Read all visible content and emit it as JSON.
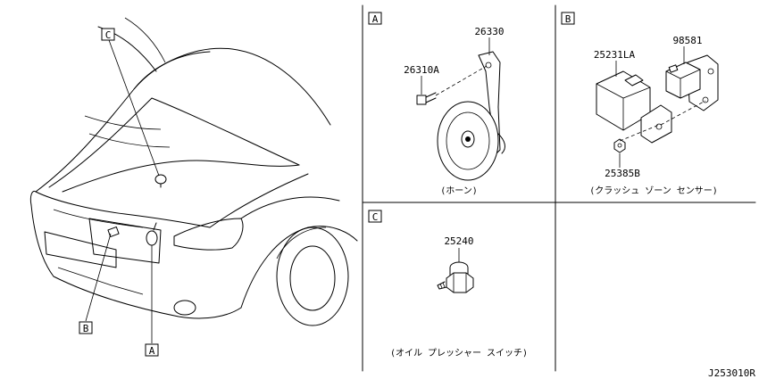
{
  "callouts": {
    "a": "A",
    "b": "B",
    "c": "C"
  },
  "panels": {
    "a": {
      "letter": "A",
      "parts": [
        "26330",
        "26310A"
      ],
      "caption": "(ホーン)"
    },
    "b": {
      "letter": "B",
      "parts": [
        "25231LA",
        "98581",
        "25385B"
      ],
      "caption": "(クラッシュ ゾーン センサー)"
    },
    "c": {
      "letter": "C",
      "parts": [
        "25240"
      ],
      "caption": "(オイル プレッシャー スイッチ)"
    }
  },
  "figure_code": "J253010R"
}
